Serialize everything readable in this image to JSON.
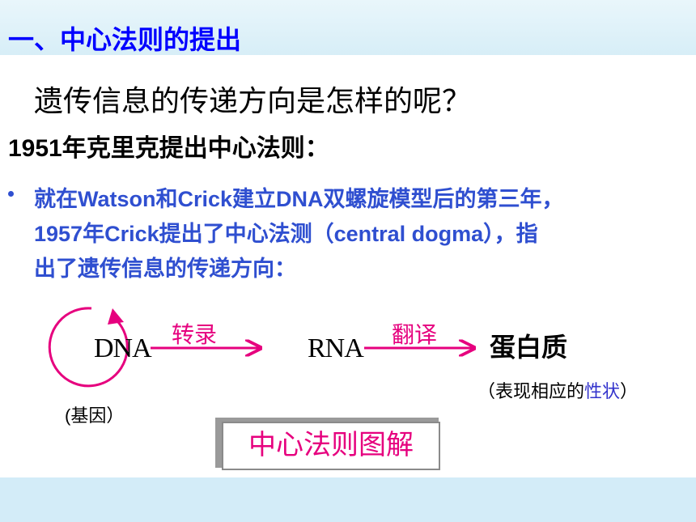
{
  "slide": {
    "section_title": "一、中心法则的提出",
    "question": "遗传信息的传递方向是怎样的呢？",
    "subheading": "1951年克里克提出中心法则：",
    "bullet_lines": [
      "就在Watson和Crick建立DNA双螺旋模型后的第三年，",
      "1957年Crick提出了中心法测（central dogma），指",
      "出了遗传信息的传递方向："
    ]
  },
  "diagram": {
    "dna": "DNA",
    "rna": "RNA",
    "protein": "蛋白质",
    "transcription_label": "转录",
    "translation_label": "翻译",
    "gene_note": "(基因）",
    "trait_note_prefix": "（表现相应的",
    "trait_note_highlight": "性状",
    "trait_note_suffix": "）",
    "arrow_color": "#e6007e"
  },
  "button": {
    "label": "中心法则图解"
  },
  "colors": {
    "title": "#0000ff",
    "bullet": "#2f4fd0",
    "accent": "#e6007e",
    "band": "#d3ecf8"
  }
}
